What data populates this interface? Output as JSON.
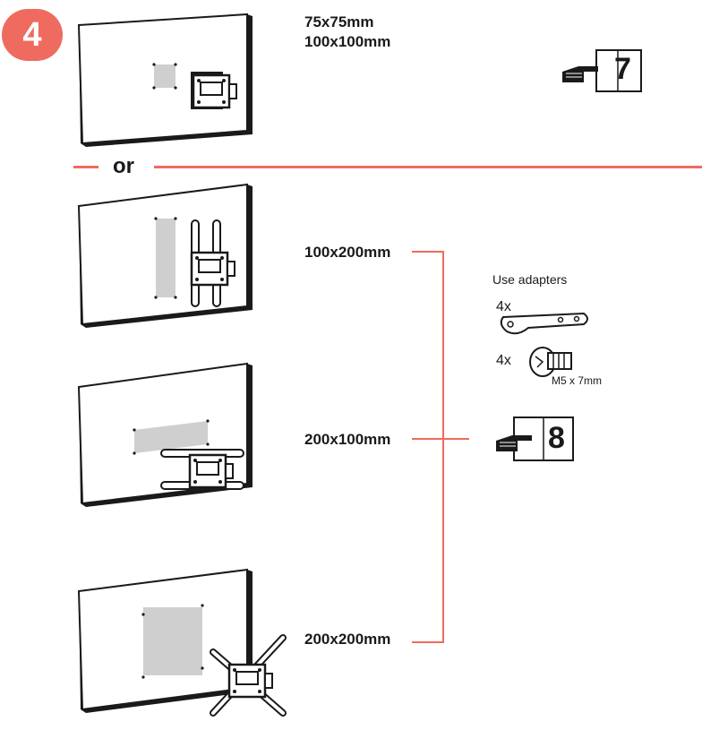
{
  "step": {
    "number": "4"
  },
  "separator": {
    "label": "or"
  },
  "sizes": {
    "small_a": "75x75mm",
    "small_b": "100x100mm",
    "s100x200": "100x200mm",
    "s200x100": "200x100mm",
    "s200x200": "200x200mm"
  },
  "adapters": {
    "title": "Use adapters",
    "strap_qty": "4x",
    "screw_qty": "4x",
    "screw_spec": "M5 x 7mm"
  },
  "references": {
    "page_a": "7",
    "page_b": "8"
  },
  "colors": {
    "accent": "#ef6b5f",
    "plate": "#cfcfcf",
    "ink": "#1a1a1a"
  },
  "icons": [
    "hand-pointing-icon",
    "book-icon",
    "adapter-strap-icon",
    "screw-icon"
  ]
}
